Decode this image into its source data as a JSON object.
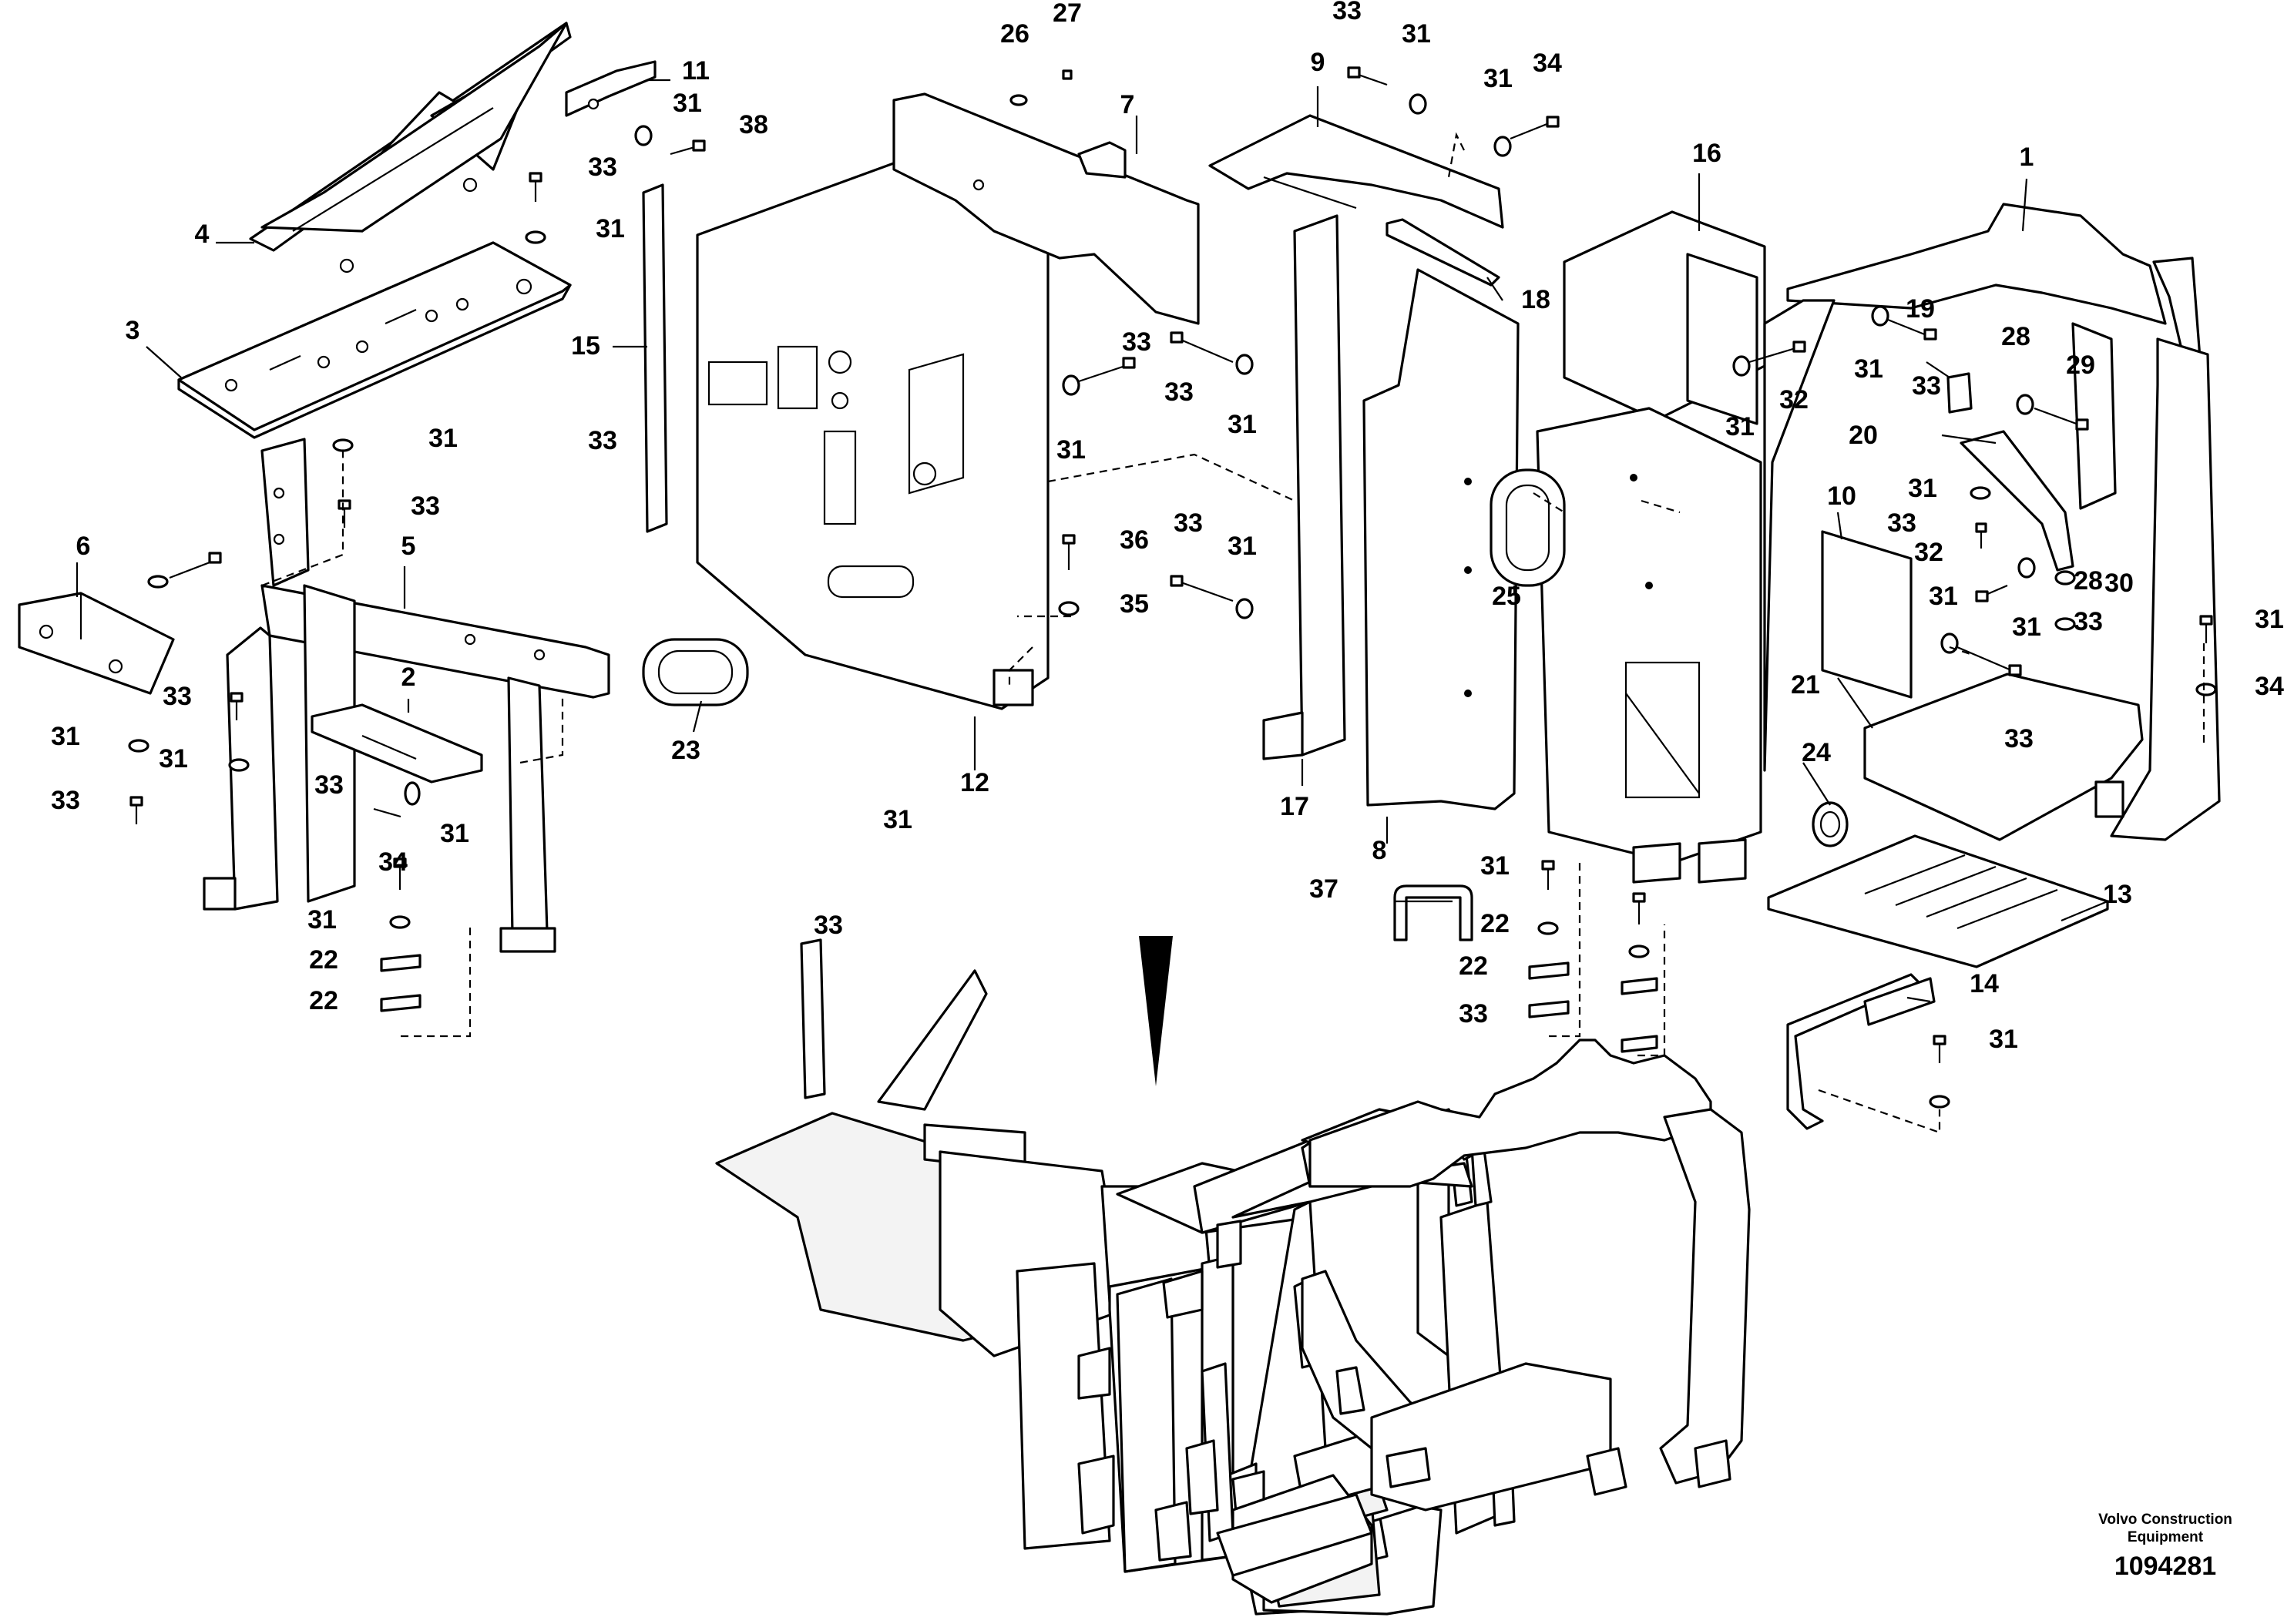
{
  "diagram": {
    "brand_line1": "Volvo Construction",
    "brand_line2": "Equipment",
    "doc_number": "1094281",
    "callouts": [
      {
        "t": "1"
      },
      {
        "t": "2"
      },
      {
        "t": "3"
      },
      {
        "t": "4"
      },
      {
        "t": "5"
      },
      {
        "t": "6"
      },
      {
        "t": "7"
      },
      {
        "t": "8"
      },
      {
        "t": "9"
      },
      {
        "t": "10"
      },
      {
        "t": "11"
      },
      {
        "t": "12"
      },
      {
        "t": "13"
      },
      {
        "t": "14"
      },
      {
        "t": "15"
      },
      {
        "t": "16"
      },
      {
        "t": "17"
      },
      {
        "t": "18"
      },
      {
        "t": "19"
      },
      {
        "t": "20"
      },
      {
        "t": "21"
      },
      {
        "t": "23"
      },
      {
        "t": "24"
      },
      {
        "t": "25"
      },
      {
        "t": "26"
      },
      {
        "t": "27"
      },
      {
        "t": "29"
      },
      {
        "t": "30"
      },
      {
        "t": "37"
      },
      {
        "t": "38"
      },
      {
        "t": "33"
      },
      {
        "t": "31"
      },
      {
        "t": "31"
      },
      {
        "t": "34"
      },
      {
        "t": "31"
      },
      {
        "t": "33"
      },
      {
        "t": "31"
      },
      {
        "t": "33"
      },
      {
        "t": "31"
      },
      {
        "t": "33"
      },
      {
        "t": "33"
      },
      {
        "t": "31"
      },
      {
        "t": "33"
      },
      {
        "t": "31"
      },
      {
        "t": "33"
      },
      {
        "t": "31"
      },
      {
        "t": "34"
      },
      {
        "t": "31"
      },
      {
        "t": "22"
      },
      {
        "t": "22"
      },
      {
        "t": "33"
      },
      {
        "t": "31"
      },
      {
        "t": "31"
      },
      {
        "t": "33"
      },
      {
        "t": "33"
      },
      {
        "t": "31"
      },
      {
        "t": "36"
      },
      {
        "t": "35"
      },
      {
        "t": "33"
      },
      {
        "t": "31"
      },
      {
        "t": "31"
      },
      {
        "t": "32"
      },
      {
        "t": "31"
      },
      {
        "t": "33"
      },
      {
        "t": "28"
      },
      {
        "t": "31"
      },
      {
        "t": "33"
      },
      {
        "t": "32"
      },
      {
        "t": "31"
      },
      {
        "t": "31"
      },
      {
        "t": "28"
      },
      {
        "t": "33"
      },
      {
        "t": "33"
      },
      {
        "t": "31"
      },
      {
        "t": "34"
      },
      {
        "t": "31"
      },
      {
        "t": "22"
      },
      {
        "t": "22"
      },
      {
        "t": "33"
      },
      {
        "t": "31"
      }
    ]
  }
}
